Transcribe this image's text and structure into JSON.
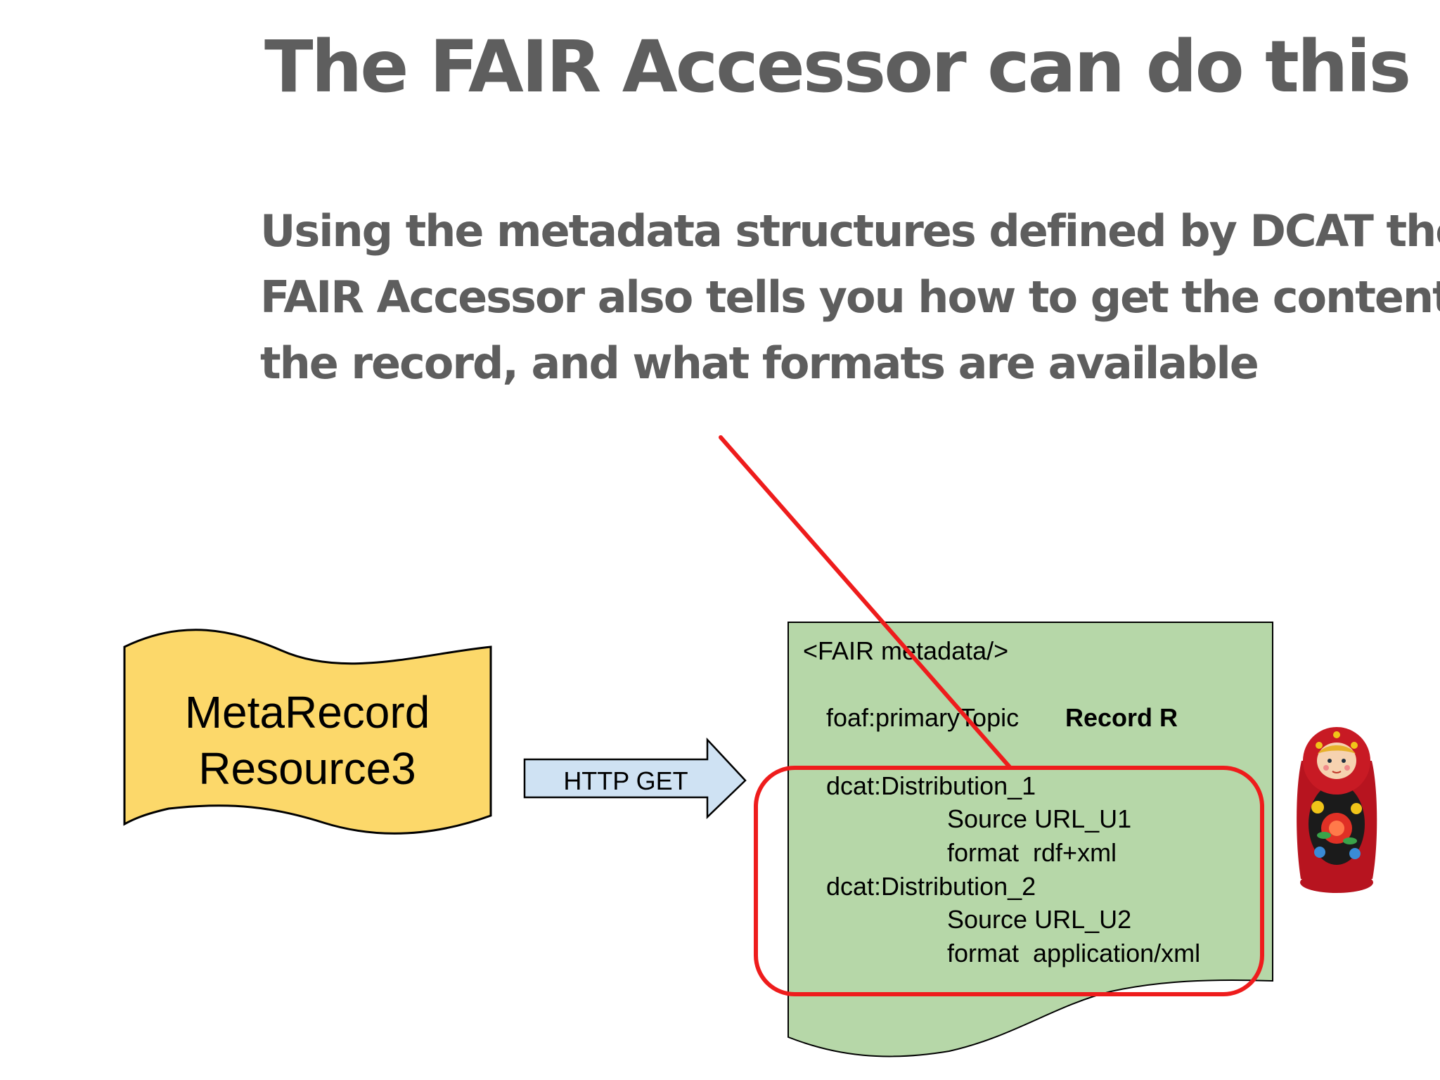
{
  "slide": {
    "title": "The FAIR Accessor can do this",
    "subtitle_lines": [
      "Using the metadata structures defined by DCAT the",
      "FAIR Accessor also tells you how to get the content of",
      "the record, and what formats are available"
    ]
  },
  "diagram": {
    "meta_record": {
      "line1": "MetaRecord",
      "line2": "Resource3",
      "fill": "#fcd86a"
    },
    "arrow": {
      "label": "HTTP GET",
      "fill": "#cfe2f3"
    },
    "metadata_doc": {
      "fill": "#b6d7a8",
      "header": "<FAIR metadata/>",
      "primary_topic_key": "foaf:primaryTopic",
      "primary_topic_value": "Record R",
      "distribution_1": {
        "name": "dcat:Distribution_1",
        "source": "Source URL_U1",
        "format": "format  rdf+xml"
      },
      "distribution_2": {
        "name": "dcat:Distribution_2",
        "source": "Source URL_U2",
        "format": "format  application/xml"
      }
    },
    "highlight_color": "#ee1c1c",
    "doll_icon": "matryoshka-doll-icon"
  }
}
